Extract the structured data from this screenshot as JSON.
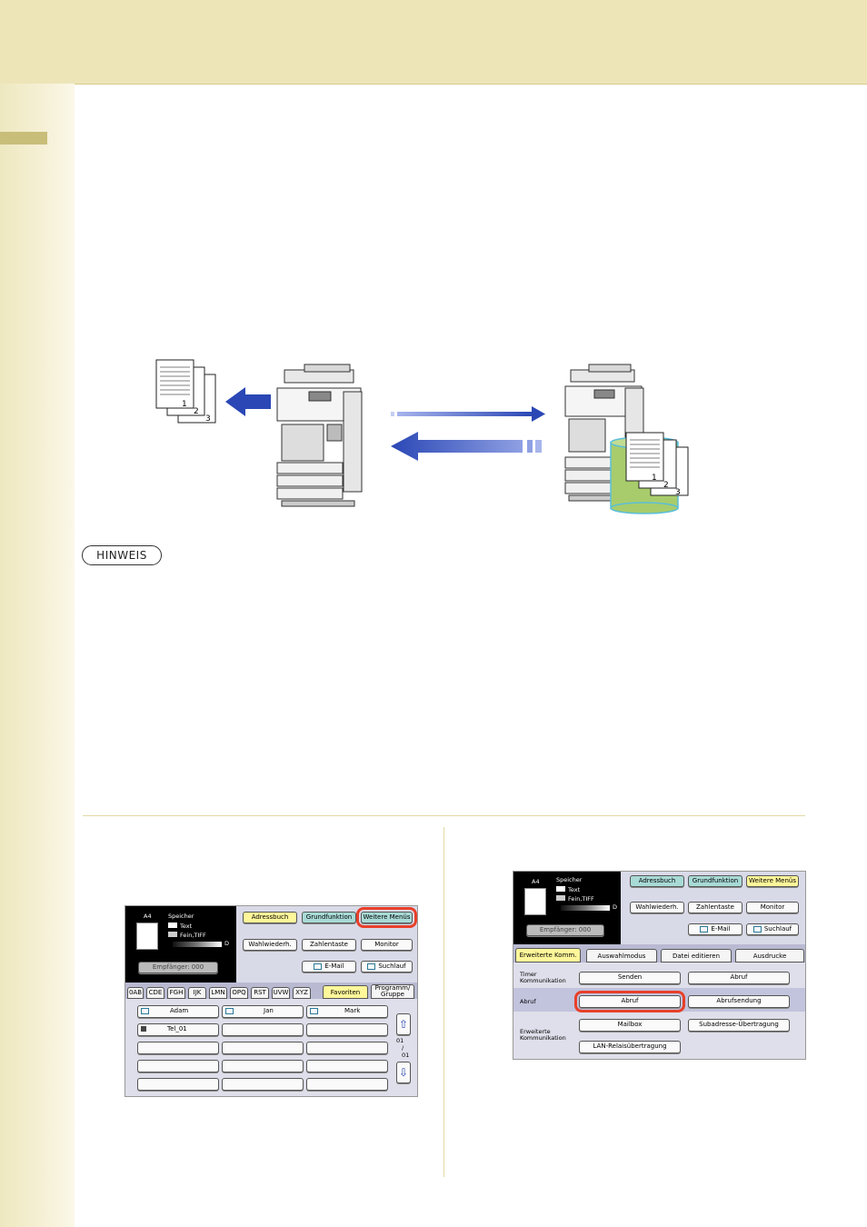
{
  "hinweis": "HINWEIS",
  "diagram": {
    "left_pages": [
      "1",
      "2",
      "3"
    ],
    "right_pages": [
      "1",
      "2",
      "3"
    ],
    "colors": {
      "arrow": "#2a47b5",
      "storage": "#a8cc6c"
    }
  },
  "panel1": {
    "paper": "A4",
    "memory": "Speicher",
    "mode_text": "Text",
    "mode_res": "Fein,TIFF",
    "dial_d": "D",
    "recipients": "Empfänger: 000",
    "tabs_top": [
      "Adressbuch",
      "Grundfunktion",
      "Weitere Menüs"
    ],
    "row2": [
      "Wahlwiederh.",
      "Zahlentaste",
      "Monitor"
    ],
    "row3": [
      "E-Mail",
      "Suchlauf"
    ],
    "index_tabs": [
      "0AB",
      "CDE",
      "FGH",
      "IJK",
      "LMN",
      "OPQ",
      "RST",
      "UVW",
      "XYZ",
      "Favoriten",
      "Programm/ Gruppe"
    ],
    "entries": [
      "Adam",
      "Jan",
      "Mark",
      "Tel_01"
    ],
    "page_cur": "01",
    "page_sep": "/",
    "page_total": "01"
  },
  "panel2": {
    "paper": "A4",
    "memory": "Speicher",
    "mode_text": "Text",
    "mode_res": "Fein,TIFF",
    "dial_d": "D",
    "recipients": "Empfänger: 000",
    "tabs_top": [
      "Adressbuch",
      "Grundfunktion",
      "Weitere Menüs"
    ],
    "row2": [
      "Wahlwiederh.",
      "Zahlentaste",
      "Monitor"
    ],
    "row3": [
      "E-Mail",
      "Suchlauf"
    ],
    "menu_tabs": [
      "Erweiterte Komm.",
      "Auswahlmodus",
      "Datei editieren",
      "Ausdrucke"
    ],
    "label_timer": "Timer Kommunikation",
    "label_abruf": "Abruf",
    "label_erw": "Erweiterte Kommunikation",
    "btn_senden": "Senden",
    "btn_abruf1": "Abruf",
    "btn_abruf2": "Abruf",
    "btn_abrufsendung": "Abrufsendung",
    "btn_mailbox": "Mailbox",
    "btn_subadresse": "Subadresse-Übertragung",
    "btn_lan": "LAN-Relaisübertragung"
  }
}
